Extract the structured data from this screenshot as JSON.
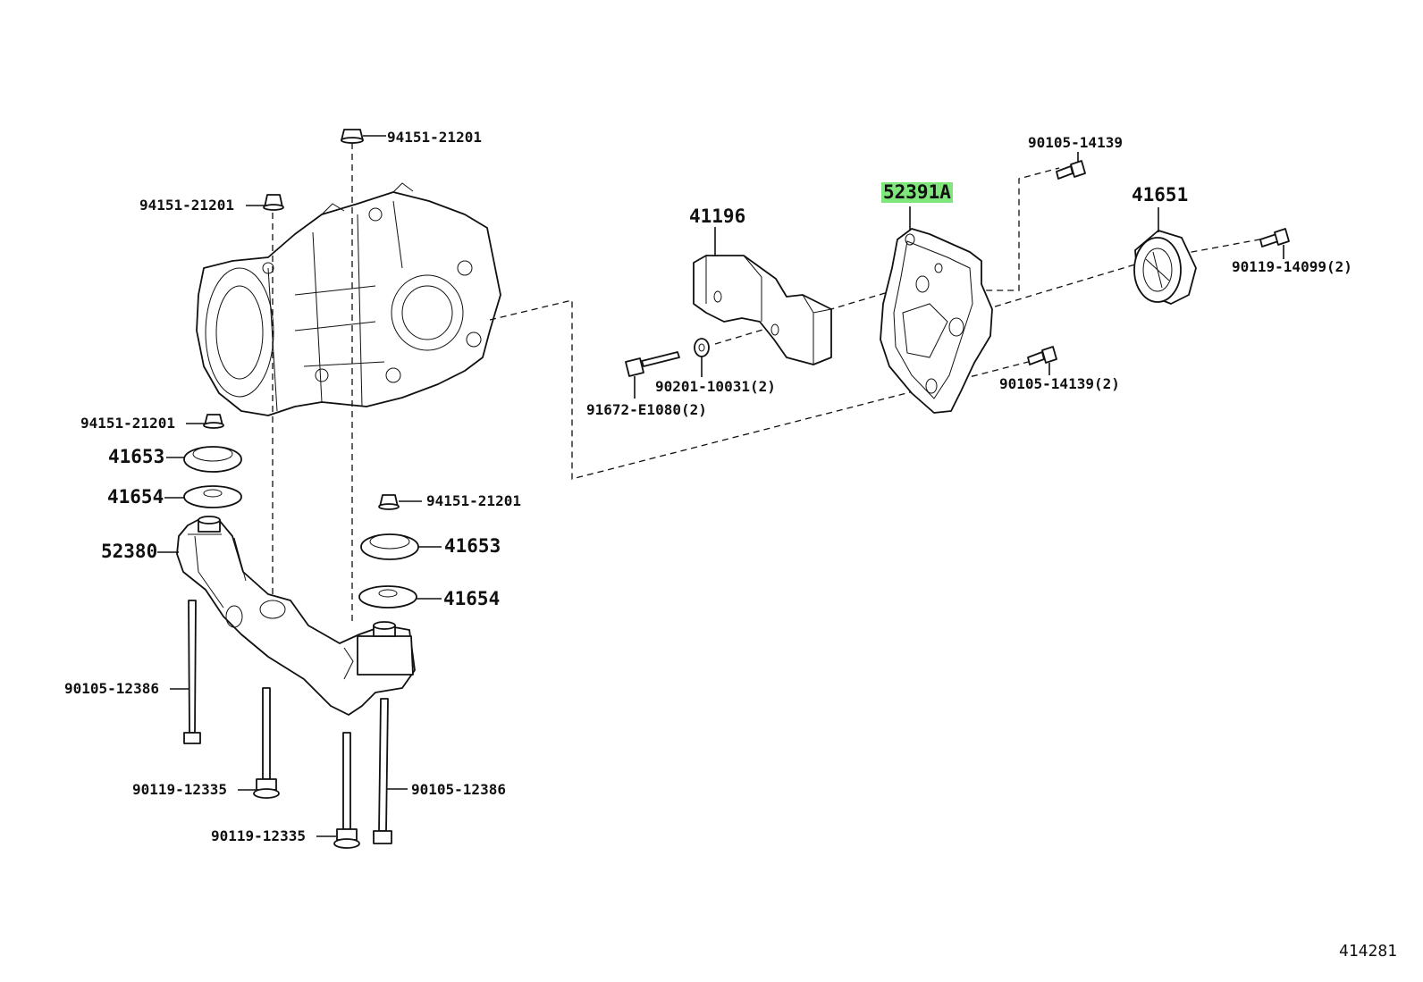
{
  "highlight_color": "#7ee67a",
  "labels": {
    "p94151_top": "94151-21201",
    "p94151_left": "94151-21201",
    "p94151_lower": "94151-21201",
    "p94151_mid": "94151-21201",
    "p41653_left": "41653",
    "p41654_left": "41654",
    "p52380": "52380",
    "p41653_right": "41653",
    "p41654_right": "41654",
    "p90105_12386_left": "90105-12386",
    "p90119_12335_a": "90119-12335",
    "p90105_12386_right": "90105-12386",
    "p90119_12335_b": "90119-12335",
    "p41196": "41196",
    "p52391A": "52391A",
    "p90105_14139_top": "90105-14139",
    "p41651": "41651",
    "p90119_14099": "90119-14099(2)",
    "p90201_10031": "90201-10031(2)",
    "p91672_E1080": "91672-E1080(2)",
    "p90105_14139_bottom": "90105-14139(2)",
    "diagram_id": "414281"
  }
}
